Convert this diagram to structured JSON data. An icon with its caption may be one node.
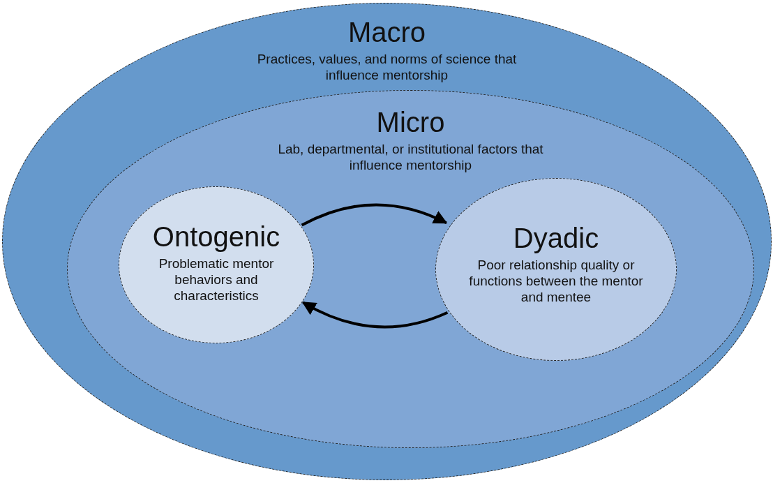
{
  "diagram": {
    "nodes": [
      {
        "text": [
          "Macro",
          "Practices, values, and norms of science that influence mentorship"
        ]
      },
      {
        "text": [
          "Micro",
          "Lab, departmental, or institutional factors that influence mentorship"
        ],
        "in": 0
      },
      {
        "text": [
          "Ontogenic",
          "Problematic mentor behaviors and characteristics"
        ],
        "in": 1
      },
      {
        "text": [
          "Dyadic",
          "Poor relationship quality or functions between the mentor and mentee"
        ],
        "in": 1
      }
    ],
    "edges": [
      {
        "from": 2,
        "to": 3,
        "arrow": "to"
      },
      {
        "from": 3,
        "to": 2,
        "arrow": "to"
      }
    ]
  }
}
